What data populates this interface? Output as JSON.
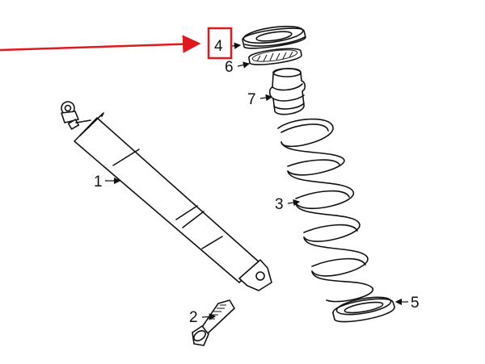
{
  "diagram": {
    "highlight_color": "#e0191f",
    "line_color": "#111111",
    "labels": {
      "shock_absorber": "1",
      "bolt": "2",
      "coil_spring": "3",
      "upper_mount": "4",
      "lower_insulator": "5",
      "upper_insulator": "6",
      "bump_stop": "7"
    }
  }
}
